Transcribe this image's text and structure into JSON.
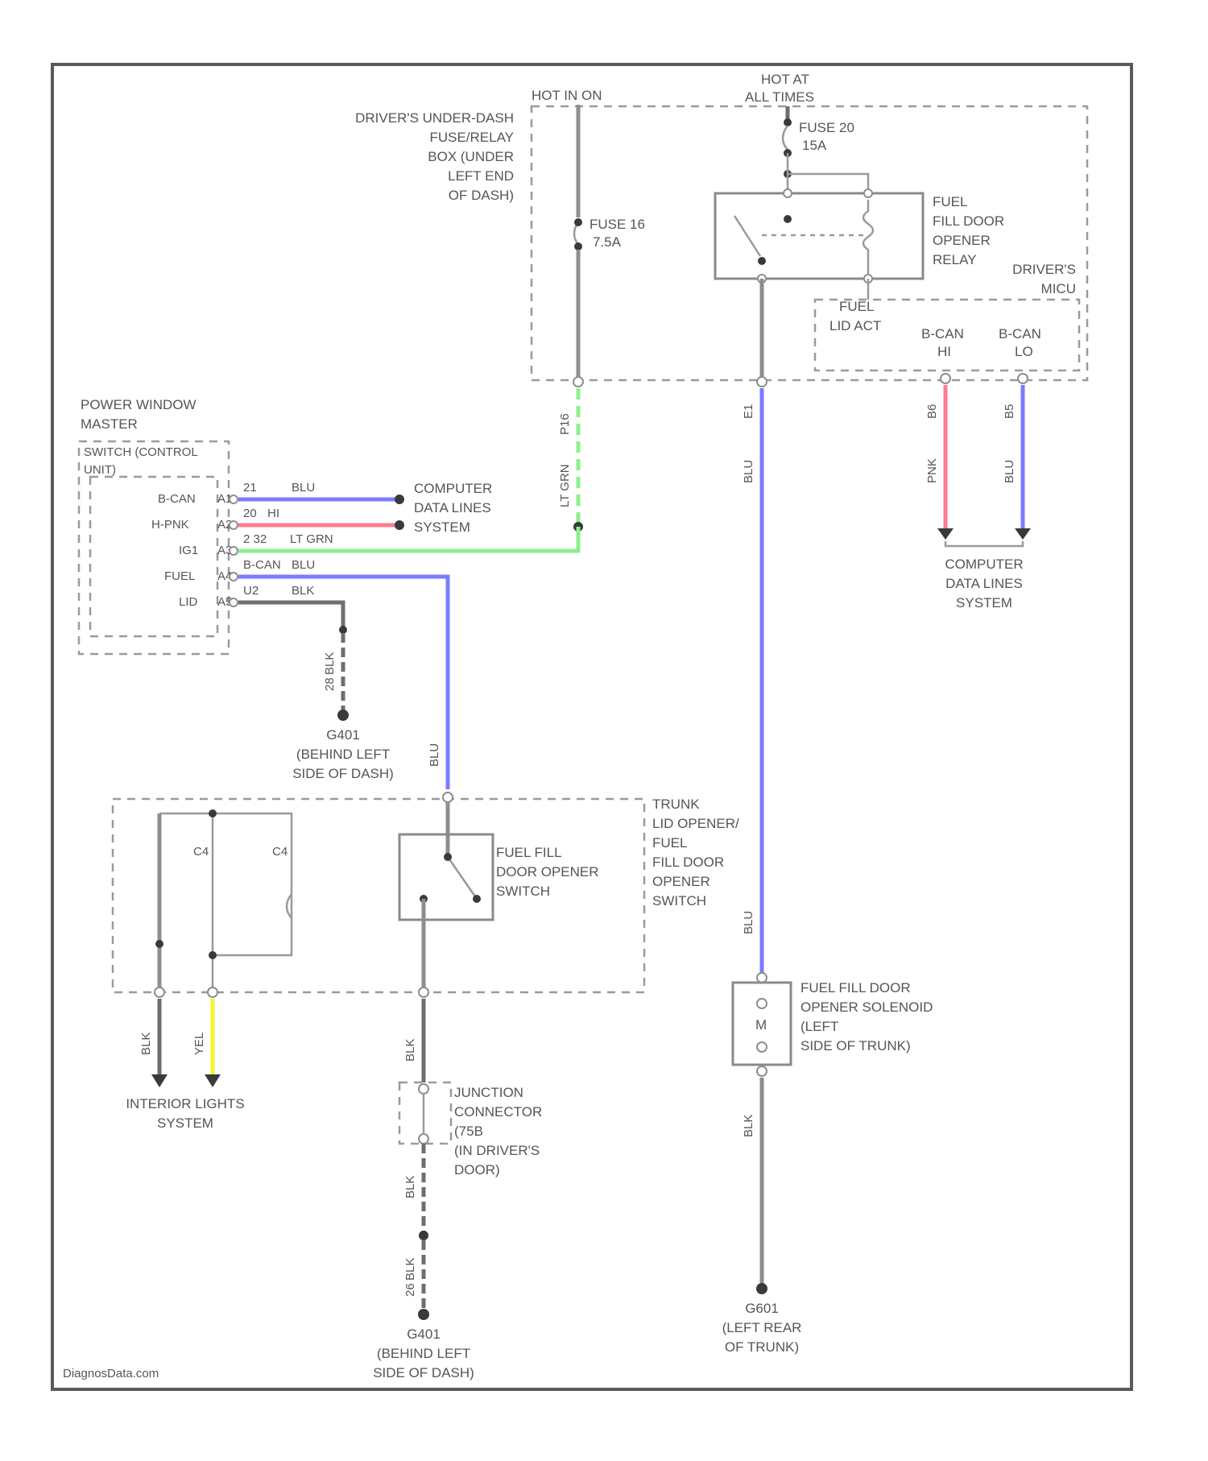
{
  "top_supply": {
    "hot_in_on": "HOT IN ON",
    "hot_at_all_times": [
      "HOT AT",
      "ALL TIMES"
    ]
  },
  "fuse_box": [
    "DRIVER'S UNDER-DASH",
    "FUSE/RELAY",
    "BOX (UNDER",
    "LEFT END",
    "OF DASH)"
  ],
  "fuse_16": [
    "FUSE 16",
    "7.5A"
  ],
  "fuse_20": [
    "FUSE 20",
    "15A"
  ],
  "relay": [
    "FUEL",
    "FILL DOOR",
    "OPENER",
    "RELAY"
  ],
  "micu": [
    "DRIVER'S",
    "MICU"
  ],
  "micu_pins": {
    "fuel_lid_act": [
      "FUEL",
      "LID ACT"
    ],
    "bcan_hi": [
      "B-CAN",
      "HI"
    ],
    "bcan_lo": [
      "B-CAN",
      "LO"
    ]
  },
  "wires": {
    "lt_grn_vertical": "LT GRN",
    "lt_grn_pin": "P16",
    "blu_main": "BLU",
    "blu_main_pin": "E1",
    "pnk_right": "PNK",
    "pnk_right_pin": "B6",
    "blu_right": "BLU",
    "blu_right_pin": "B5",
    "blu_lower": "BLU",
    "blk_ground_lower": "BLK",
    "blk_junction_top": "BLK",
    "blk_junction_bottom": "BLK",
    "blk_g401_lower": "BLK",
    "blk_g401_lower_pin": "26",
    "blk_g401_upper": "BLK",
    "blk_g401_upper_pin": "28",
    "blk_interior": "BLK",
    "yel_interior": "YEL",
    "blu_switch": "BLU"
  },
  "computer_data_right": [
    "COMPUTER",
    "DATA LINES",
    "SYSTEM"
  ],
  "power_window": {
    "title": [
      "POWER WINDOW",
      "MASTER"
    ],
    "unit": [
      "SWITCH (CONTROL",
      "UNIT)"
    ],
    "pins": [
      {
        "name": "B-CAN",
        "num": "A1",
        "wire_pin": "21",
        "wire_color": "BLU"
      },
      {
        "name": "H-PNK",
        "num": "A2",
        "wire_pin": "20",
        "wire_color": "HI"
      },
      {
        "name": "IG1",
        "num": "A3",
        "wire_pin": "2 32",
        "wire_color": "LT GRN"
      },
      {
        "name": "FUEL",
        "num": "A4",
        "wire_pin": "B-CAN",
        "wire_color": "BLU"
      },
      {
        "name": "LID",
        "num": "A5",
        "wire_pin": "U2",
        "wire_color": "BLK"
      }
    ]
  },
  "computer_data_left": [
    "COMPUTER",
    "DATA LINES",
    "SYSTEM"
  ],
  "g401_upper": [
    "G401",
    "(BEHIND LEFT",
    "SIDE OF DASH)"
  ],
  "trunk_switch": [
    "TRUNK",
    "LID OPENER/",
    "FUEL",
    "FILL DOOR",
    "OPENER",
    "SWITCH"
  ],
  "switch_labels": {
    "c1": "C4",
    "c2": "C4"
  },
  "fuel_fill_switch": [
    "FUEL FILL",
    "DOOR OPENER",
    "SWITCH"
  ],
  "interior_lights": [
    "INTERIOR LIGHTS",
    "SYSTEM"
  ],
  "junction": [
    "JUNCTION",
    "CONNECTOR",
    "(75B",
    "(IN DRIVER'S",
    "DOOR)"
  ],
  "g401_lower": [
    "G401",
    "(BEHIND LEFT",
    "SIDE OF DASH)"
  ],
  "solenoid": [
    "FUEL FILL DOOR",
    "OPENER SOLENOID",
    "(LEFT",
    "SIDE OF TRUNK)"
  ],
  "solenoid_symbol": "M",
  "g601": [
    "G601",
    "(LEFT REAR",
    "OF TRUNK)"
  ],
  "watermark": "DiagnosData.com",
  "colors": {
    "blue": "#7b7bff",
    "pink": "#ff7a92",
    "green": "#8cf08c",
    "yellow": "#f4f42a",
    "gray": "#8e8e8e"
  }
}
